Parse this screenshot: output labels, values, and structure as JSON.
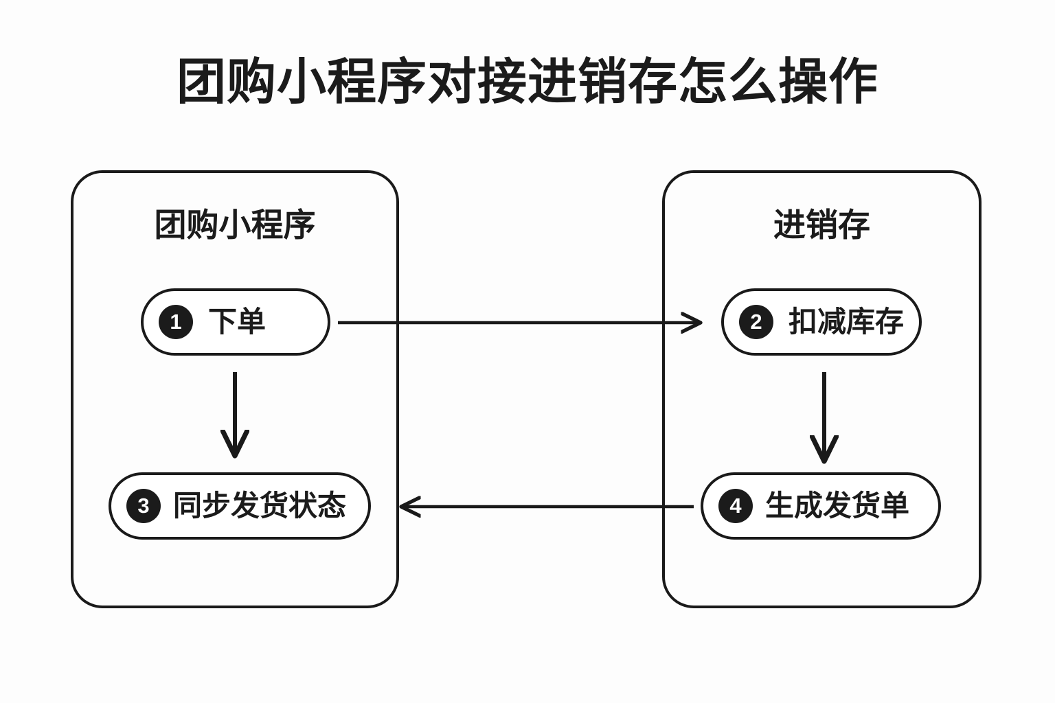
{
  "title": "团购小程序对接进销存怎么操作",
  "background_color": "#fdfdfd",
  "line_color": "#1a1a1a",
  "badge_color": "#1b1b1b",
  "badge_text_color": "#ffffff",
  "panels": [
    {
      "id": "group-buy-miniprogram",
      "title": "团购小程序",
      "steps": [
        {
          "number": "1",
          "label": "下单"
        },
        {
          "number": "3",
          "label": "同步发货状态"
        }
      ]
    },
    {
      "id": "erp-inventory",
      "title": "进销存",
      "steps": [
        {
          "number": "2",
          "label": "扣减库存"
        },
        {
          "number": "4",
          "label": "生成发货单"
        }
      ]
    }
  ],
  "flow": {
    "connections": [
      {
        "from": "1",
        "to": "2",
        "direction": "right"
      },
      {
        "from": "1",
        "to": "3",
        "direction": "down"
      },
      {
        "from": "2",
        "to": "4",
        "direction": "down"
      },
      {
        "from": "4",
        "to": "3",
        "direction": "left"
      }
    ]
  }
}
